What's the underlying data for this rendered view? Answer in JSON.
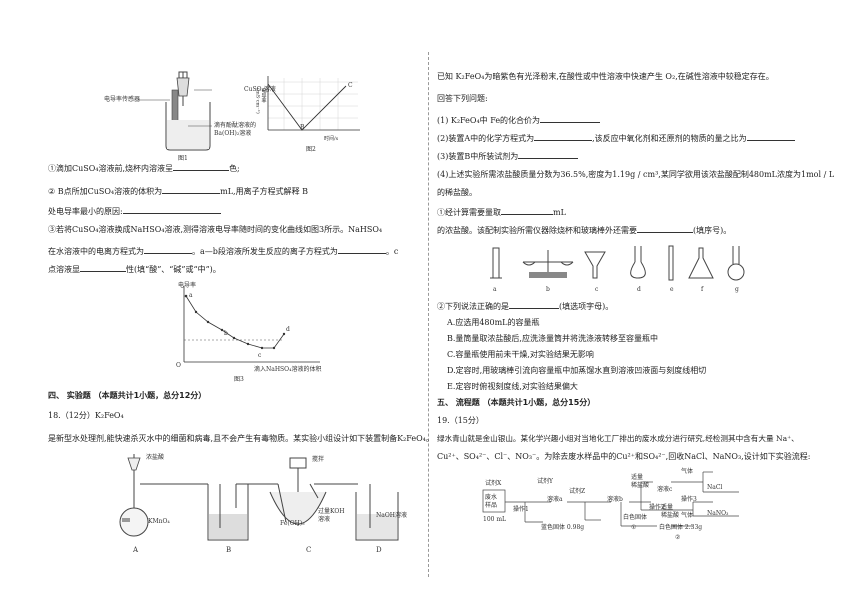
{
  "left": {
    "fig1": {
      "label_cuso4": "CuSO₄溶液",
      "label_sensor": "电导率传感器",
      "label_solution1": "滴有酚酞溶液的",
      "label_solution2": "Ba(OH)₂溶液",
      "caption": "图1"
    },
    "fig2": {
      "ylabel": "电导率(mS·cm⁻¹)",
      "xlabel": "时间/s",
      "point_b": "B",
      "point_c": "C",
      "caption": "图2"
    },
    "q1": {
      "a": "①滴加CuSO₄溶液前,烧杯内溶液呈",
      "b": "色;"
    },
    "q2": {
      "a": "② B点所加CuSO₄溶液的体积为",
      "b": "mL,用离子方程式解释 B",
      "c": "处电导率最小的原因:"
    },
    "q3": {
      "a": "③若将CuSO₄溶液换成NaHSO₄溶液,测得溶液电导率随时间的变化曲线如图3所示。NaHSO₄",
      "b": "在水溶液中的电离方程式为",
      "c": "。a—b段溶液所发生反应的离子方程式为",
      "d": "。c",
      "e": "点溶液显",
      "f": "性(填“酸”、“碱”或“中”)。"
    },
    "fig3": {
      "ylabel": "电导率",
      "xlabel": "滴入NaHSO₄溶液的体积",
      "origin": "O",
      "pa": "a",
      "pb": "b",
      "pc": "c",
      "pd": "d",
      "caption": "图3"
    },
    "sec4": "四、 实验题 （本题共计1小题，总分12分）",
    "q18": {
      "num": "18.（12分）K₂FeO₄",
      "text": "是新型水处理剂,能快速杀灭水中的细菌和病毒,且不会产生有毒物质。某实验小组设计如下装置制备K₂FeO₄。"
    },
    "apparatus": {
      "hcl": "浓盐酸",
      "kmno4": "KMnO₄",
      "stir": "搅拌",
      "koh": "过量KOH",
      "koh2": "溶液",
      "feoh": "Fe(OH)₃",
      "naoh": "NaOH溶液",
      "la": "A",
      "lb": "B",
      "lc": "C",
      "ld": "D"
    }
  },
  "right": {
    "intro": "已知 K₂FeO₄为暗紫色有光泽粉末,在酸性或中性溶液中快速产生 O₂,在碱性溶液中较稳定存在。",
    "answer": "回答下列问题:",
    "p1": "(1) K₂FeO₄中 Fe的化合价为",
    "p2a": "(2)装置A中的化学方程式为",
    "p2b": ",该反应中氧化剂和还原剂的物质的量之比为",
    "p3": "(3)装置B中所装试剂为",
    "p4a": "(4)上述实验所需浓盐酸质量分数为36.5%,密度为1.19g / cm³,某同学欲用该浓盐酸配制480mL浓度为1mol / L",
    "p4b": "的稀盐酸。",
    "p4c1": "①经计算需要量取",
    "p4c2": "mL",
    "p4d1": "的浓盐酸。该配制实验所需仪器除烧杯和玻璃棒外还需要",
    "p4d2": "(填序号)。",
    "ins": [
      "a",
      "b",
      "c",
      "d",
      "e",
      "f",
      "g"
    ],
    "p4e1": "②下列说法正确的是",
    "p4e2": "(填选项字母)。",
    "opts": [
      "A.应选用480mL的容量瓶",
      "B.量筒量取浓盐酸后,应洗涤量筒并将洗涤液转移至容量瓶中",
      "C.容量瓶使用前未干燥,对实验结果无影响",
      "D.定容时,用玻璃棒引流向容量瓶中加蒸馏水直到溶液凹液面与刻度线相切",
      "E.定容时俯视刻度线,对实验结果偏大"
    ],
    "sec5": "五、 流程题 （本题共计1小题，总分15分）",
    "q19": "19.（15分）",
    "q19a": "绿水青山就是金山银山。某化学兴趣小组对当地化工厂排出的废水成分进行研究,经检测其中含有大量 Na⁺、",
    "q19b": "Cu²⁺、SO₄²⁻、Cl⁻、NO₃⁻。为除去废水样品中的Cu²⁺和SO₄²⁻,回收NaCl、NaNO₃,设计如下实验流程:",
    "flow": {
      "x": "试剂X",
      "waste": "废水",
      "sample": "样品",
      "vol": "100 mL",
      "op1": "操作1",
      "y": "试剂Y",
      "sa": "溶液a",
      "z": "试剂Z",
      "sb": "溶液b",
      "op2": "操作2",
      "sc": "溶液c",
      "s1": "适量",
      "s2": "稀盐酸",
      "gas": "气体",
      "op3": "操作3",
      "nacl": "NaCl",
      "nano3": "NaNO₃",
      "blue": "蓝色固体 0.98g",
      "w1": "白色固体",
      "c1": "①",
      "w2": "白色固体 2.33g",
      "c2": "②"
    }
  }
}
